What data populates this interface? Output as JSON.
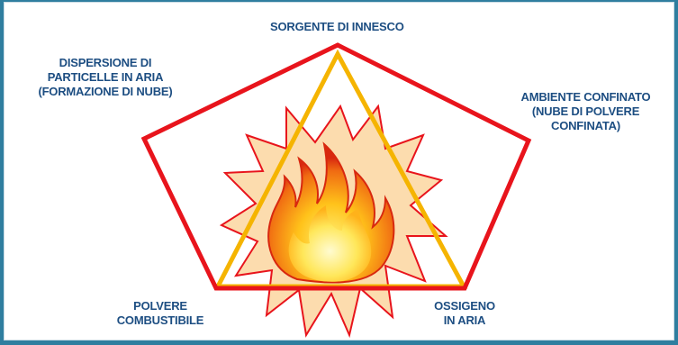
{
  "diagram": {
    "labels": {
      "ignition_source": "SORGENTE DI INNESCO",
      "dispersion": "DISPERSIONE DI\nPARTICELLE IN ARIA\n(FORMAZIONE DI NUBE)",
      "confined_environment": "AMBIENTE CONFINATO\n(NUBE DI POLVERE\nCONFINATA)",
      "combustible_dust": "POLVERE\nCOMBUSTIBILE",
      "oxygen": "OSSIGENO\nIN ARIA"
    },
    "colors": {
      "pentagon": "#e8141c",
      "triangle": "#f5b400",
      "burst_fill": "#fcdcae",
      "burst_stroke": "#e8141c",
      "label_text": "#1d4e82",
      "frame": "#2f7e9f"
    },
    "icons": [
      "fire-icon"
    ]
  }
}
